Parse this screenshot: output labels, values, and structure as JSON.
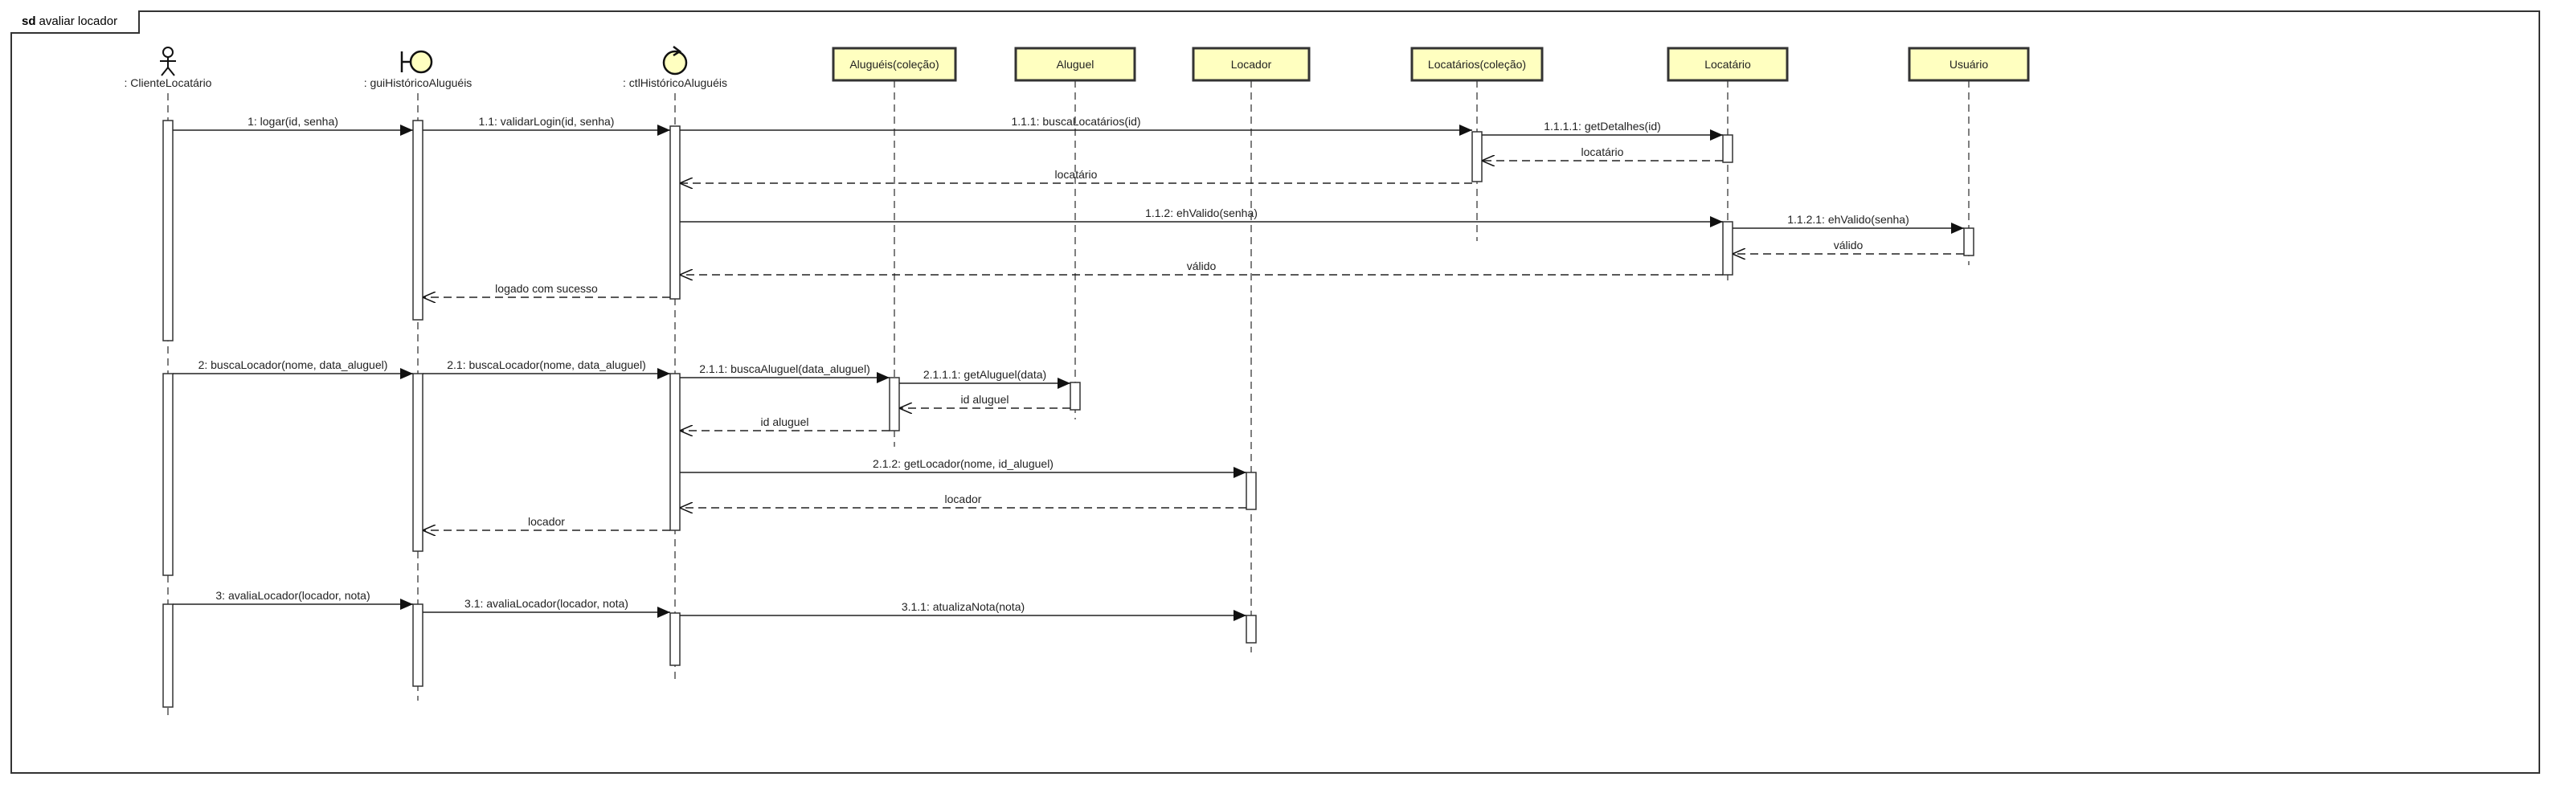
{
  "frame": {
    "keyword": "sd",
    "name": "avaliar locador"
  },
  "participants": [
    {
      "id": "cliente",
      "label": ": ClienteLocatário",
      "kind": "actor"
    },
    {
      "id": "gui",
      "label": ": guiHistóricoAluguéis",
      "kind": "boundary"
    },
    {
      "id": "ctl",
      "label": ": ctlHistóricoAluguéis",
      "kind": "control"
    },
    {
      "id": "alugueis",
      "label": "Aluguéis(coleção)",
      "kind": "object"
    },
    {
      "id": "aluguel",
      "label": "Aluguel",
      "kind": "object"
    },
    {
      "id": "locador",
      "label": "Locador",
      "kind": "object"
    },
    {
      "id": "locatarios",
      "label": "Locatários(coleção)",
      "kind": "object"
    },
    {
      "id": "locatario",
      "label": "Locatário",
      "kind": "object"
    },
    {
      "id": "usuario",
      "label": "Usuário",
      "kind": "object"
    }
  ],
  "messages": [
    {
      "from": "cliente",
      "to": "gui",
      "label": "1: logar(id, senha)",
      "type": "sync"
    },
    {
      "from": "gui",
      "to": "ctl",
      "label": "1.1: validarLogin(id, senha)",
      "type": "sync"
    },
    {
      "from": "ctl",
      "to": "locatarios",
      "label": "1.1.1: buscaLocatários(id)",
      "type": "sync"
    },
    {
      "from": "locatarios",
      "to": "locatario",
      "label": "1.1.1.1: getDetalhes(id)",
      "type": "sync"
    },
    {
      "from": "locatario",
      "to": "locatarios",
      "label": "locatário",
      "type": "return"
    },
    {
      "from": "locatarios",
      "to": "ctl",
      "label": "locatário",
      "type": "return"
    },
    {
      "from": "ctl",
      "to": "locatario",
      "label": "1.1.2: ehValido(senha)",
      "type": "sync"
    },
    {
      "from": "locatario",
      "to": "usuario",
      "label": "1.1.2.1: ehValido(senha)",
      "type": "sync"
    },
    {
      "from": "usuario",
      "to": "locatario",
      "label": "válido",
      "type": "return"
    },
    {
      "from": "locatario",
      "to": "ctl",
      "label": "válido",
      "type": "return"
    },
    {
      "from": "ctl",
      "to": "gui",
      "label": "logado com sucesso",
      "type": "return"
    },
    {
      "from": "cliente",
      "to": "gui",
      "label": "2: buscaLocador(nome, data_aluguel)",
      "type": "sync"
    },
    {
      "from": "gui",
      "to": "ctl",
      "label": "2.1: buscaLocador(nome, data_aluguel)",
      "type": "sync"
    },
    {
      "from": "ctl",
      "to": "alugueis",
      "label": "2.1.1: buscaAluguel(data_aluguel)",
      "type": "sync"
    },
    {
      "from": "alugueis",
      "to": "aluguel",
      "label": "2.1.1.1: getAluguel(data)",
      "type": "sync"
    },
    {
      "from": "aluguel",
      "to": "alugueis",
      "label": "id aluguel",
      "type": "return"
    },
    {
      "from": "alugueis",
      "to": "ctl",
      "label": "id aluguel",
      "type": "return"
    },
    {
      "from": "ctl",
      "to": "locador",
      "label": "2.1.2: getLocador(nome, id_aluguel)",
      "type": "sync"
    },
    {
      "from": "locador",
      "to": "ctl",
      "label": "locador",
      "type": "return"
    },
    {
      "from": "ctl",
      "to": "gui",
      "label": "locador",
      "type": "return"
    },
    {
      "from": "cliente",
      "to": "gui",
      "label": "3: avaliaLocador(locador, nota)",
      "type": "sync"
    },
    {
      "from": "gui",
      "to": "ctl",
      "label": "3.1: avaliaLocador(locador, nota)",
      "type": "sync"
    },
    {
      "from": "ctl",
      "to": "locador",
      "label": "3.1.1: atualizaNota(nota)",
      "type": "sync"
    }
  ],
  "colors": {
    "object_fill": "#ffffc0",
    "line": "#333333",
    "text": "#222222"
  }
}
